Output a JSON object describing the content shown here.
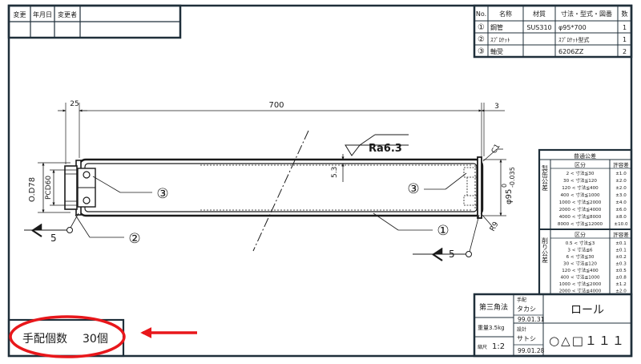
{
  "revision_header": [
    "変更",
    "年月日",
    "変更者"
  ],
  "parts_table": {
    "headers": [
      "No.",
      "名称",
      "材質",
      "寸法・型式・図番",
      "数"
    ],
    "rows": [
      {
        "no": "①",
        "name": "鋼管",
        "material": "SUS310",
        "spec": "φ95*700",
        "qty": "1"
      },
      {
        "no": "②",
        "name": "ｽﾌﾟﾛｹｯﾄ",
        "material": "",
        "spec": "ｽﾌﾟﾛｹｯﾄ型式",
        "qty": "1"
      },
      {
        "no": "③",
        "name": "軸受",
        "material": "",
        "spec": "6206ZZ",
        "qty": "2"
      }
    ]
  },
  "drawing": {
    "dim_25": "25",
    "dim_700": "700",
    "dim_3": "3",
    "roughness": "Ra6.3",
    "dim_53": "5.3",
    "dim_od": "O.D78",
    "dim_pcd": "PCD60",
    "dim_phi": "φ95",
    "tol_upper": "0",
    "tol_lower": "-0.035",
    "chamfer": "C1",
    "radius": "R9",
    "weld_left": "5",
    "weld_right": "5",
    "callouts": {
      "bearing_left": "③",
      "sprocket": "②",
      "bearing_right": "③",
      "pipe": "①"
    }
  },
  "general_tolerance": {
    "title": "普通公差",
    "machining": {
      "label": "製缶公差",
      "col_range": "区分",
      "col_tol": "許容差",
      "rows": [
        [
          "2 < 寸法≦30",
          "±1.0"
        ],
        [
          "30 < 寸法≦120",
          "±2.0"
        ],
        [
          "120 < 寸法≦400",
          "±2.0"
        ],
        [
          "400 < 寸法≦1000",
          "±3.0"
        ],
        [
          "1000 < 寸法≦2000",
          "±4.0"
        ],
        [
          "2000 < 寸法≦4000",
          "±6.0"
        ],
        [
          "4000 < 寸法≦8000",
          "±8.0"
        ],
        [
          "8000 < 寸法≦12000",
          "±10.0"
        ]
      ]
    },
    "cutting": {
      "label": "削り公差",
      "col_range": "区分",
      "col_tol": "許容差",
      "rows": [
        [
          "0.5 < 寸法≦3",
          "±0.1"
        ],
        [
          "3 < 寸法≦6",
          "±0.1"
        ],
        [
          "6 < 寸法≦30",
          "±0.2"
        ],
        [
          "30 < 寸法≦120",
          "±0.3"
        ],
        [
          "120 < 寸法≦400",
          "±0.5"
        ],
        [
          "400 < 寸法≦1000",
          "±0.8"
        ],
        [
          "1000 < 寸法≦2000",
          "±1.2"
        ],
        [
          "2000 < 寸法≦4000",
          "±2.0"
        ]
      ]
    }
  },
  "title_block": {
    "projection": "第三角法",
    "weight": "重量3.5kg",
    "scale_label": "縮尺",
    "scale_value": "1:2",
    "drafter_label": "手配",
    "drafter_name": "タカシ",
    "drafter_date": "99.01.31",
    "designer_label": "設計",
    "designer_name": "サトシ",
    "designer_date": "99.01.28",
    "part_name": "ロール",
    "drawing_no": "○△□１１１"
  },
  "order_note": {
    "label": "手配個数",
    "value": "30個"
  },
  "colors": {
    "frame": "#1f2f3a",
    "line": "#1a1a1a",
    "highlight": "#e8171b",
    "fill": "#ffffff"
  }
}
